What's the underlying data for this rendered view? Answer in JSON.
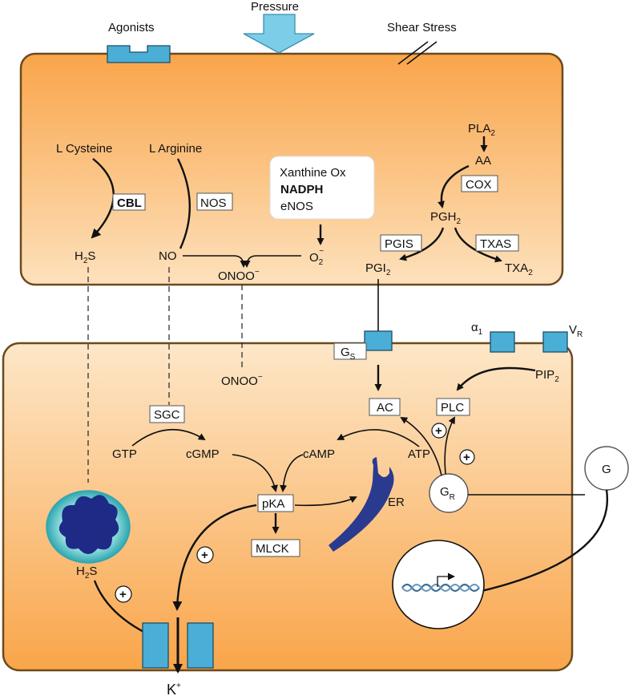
{
  "top_labels": {
    "agonists": "Agonists",
    "pressure": "Pressure",
    "shear_stress": "Shear Stress"
  },
  "endothelial": {
    "l_cysteine": "L Cysteine",
    "l_arginine": "L Arginine",
    "cbl": "CBL",
    "nos": "NOS",
    "h2s": "H",
    "h2s_sub": "2",
    "h2s_tail": "S",
    "no": "NO",
    "onoo": "ONOO",
    "onoo_sup": "−",
    "o2": "O",
    "o2_sub": "2",
    "o2_sup": "−",
    "source_box": [
      "Xanthine Ox",
      "NADPH",
      "eNOS"
    ],
    "pla2": "PLA",
    "pla2_sub": "2",
    "aa": "AA",
    "cox": "COX",
    "pgh2": "PGH",
    "pgh2_sub": "2",
    "pgis": "PGIS",
    "txas": "TXAS",
    "pgi2": "PGI",
    "pgi2_sub": "2",
    "txa2": "TXA",
    "txa2_sub": "2"
  },
  "smooth_muscle": {
    "gs": "G",
    "gs_sub": "S",
    "alpha1": "α",
    "alpha1_sub": "1",
    "vr": "V",
    "vr_sub": "R",
    "onoo": "ONOO",
    "onoo_sup": "−",
    "ac": "AC",
    "plc": "PLC",
    "pip2": "PIP",
    "pip2_sub": "2",
    "sgc": "SGC",
    "gtp": "GTP",
    "cgmp": "cGMP",
    "camp": "cAMP",
    "atp": "ATP",
    "gr": "G",
    "gr_sub": "R",
    "g": "G",
    "pka": "pKA",
    "er": "ER",
    "mlck": "MLCK",
    "h2s": "H",
    "h2s_sub": "2",
    "h2s_tail": "S",
    "plus": "+",
    "kplus": "K",
    "kplus_sup": "+"
  },
  "colors": {
    "cell_fill_top": "#fbc07a",
    "cell_fill_bottom": "#f9a54a",
    "cell_border": "#6b4a1e",
    "receptor": "#4aaed6",
    "pressure_arrow": "#7ccde8",
    "er": "#2a3a8f",
    "mito_outer": "#44c2c4",
    "mito_inner": "#1e2a85",
    "dna": "#3a6f9a"
  }
}
